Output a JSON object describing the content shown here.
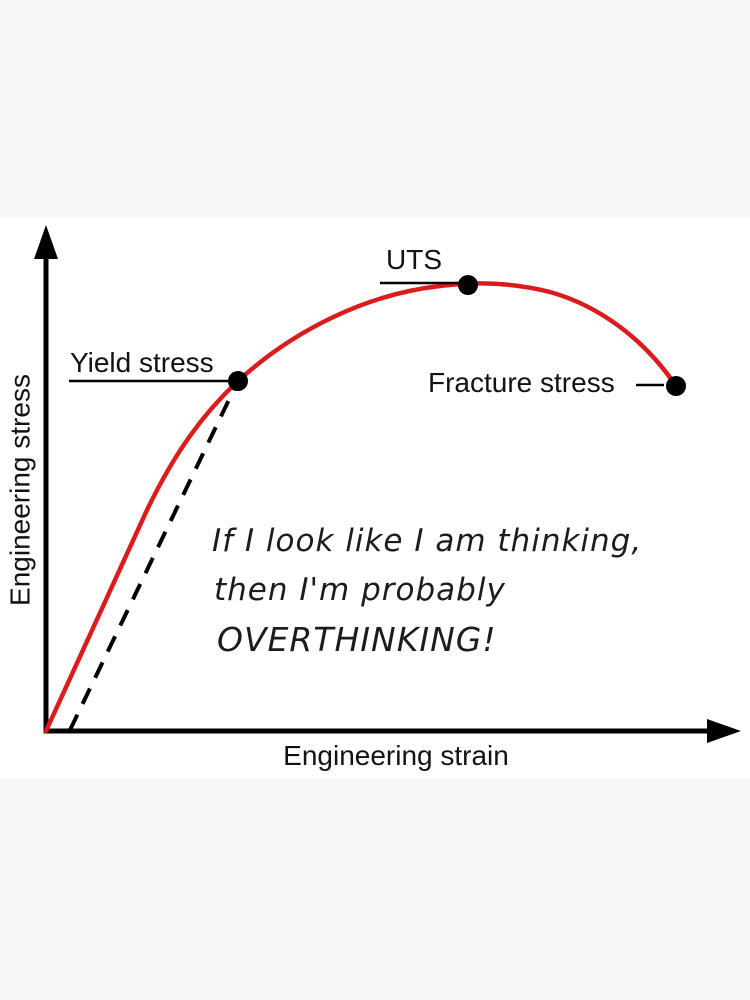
{
  "page": {
    "background_color": "#f7f7f7",
    "canvas_color": "#ffffff"
  },
  "colors": {
    "curve": "#dc1c1c",
    "ink": "#000000",
    "text": "#121212"
  },
  "axes": {
    "x_label": "Engineering strain",
    "y_label": "Engineering stress"
  },
  "annotations": {
    "yield": {
      "label": "Yield stress"
    },
    "uts": {
      "label": "UTS"
    },
    "fracture": {
      "label": "Fracture stress"
    }
  },
  "caption": {
    "line1": "If I look like I am thinking,",
    "line2": "then I'm probably",
    "line3": "OVERTHINKING!"
  },
  "chart_data": {
    "type": "line",
    "title": "",
    "xlabel": "Engineering strain",
    "ylabel": "Engineering stress",
    "axis_ticks_visible": false,
    "grid": false,
    "legend": "none",
    "xlim": [
      0,
      1
    ],
    "ylim": [
      0,
      1
    ],
    "series": [
      {
        "name": "engineering-stress-strain-curve",
        "color": "#dc1c1c",
        "style": "solid",
        "x": [
          0.0,
          0.08,
          0.15,
          0.22,
          0.29,
          0.38,
          0.49,
          0.59,
          0.63,
          0.7,
          0.76,
          0.83,
          0.89,
          0.95
        ],
        "y": [
          0.0,
          0.23,
          0.44,
          0.58,
          0.69,
          0.79,
          0.86,
          0.88,
          0.885,
          0.88,
          0.865,
          0.83,
          0.77,
          0.68
        ]
      },
      {
        "name": "elastic-slope-extrapolation",
        "color": "#000000",
        "style": "dashed",
        "x": [
          0.036,
          0.29
        ],
        "y": [
          0.0,
          0.69
        ]
      }
    ],
    "points": [
      {
        "label": "Yield stress",
        "x": 0.29,
        "y": 0.69
      },
      {
        "label": "UTS",
        "x": 0.63,
        "y": 0.885
      },
      {
        "label": "Fracture stress",
        "x": 0.95,
        "y": 0.68
      }
    ],
    "annotation_text": "If I look like I am thinking, then I'm probably OVERTHINKING!"
  }
}
